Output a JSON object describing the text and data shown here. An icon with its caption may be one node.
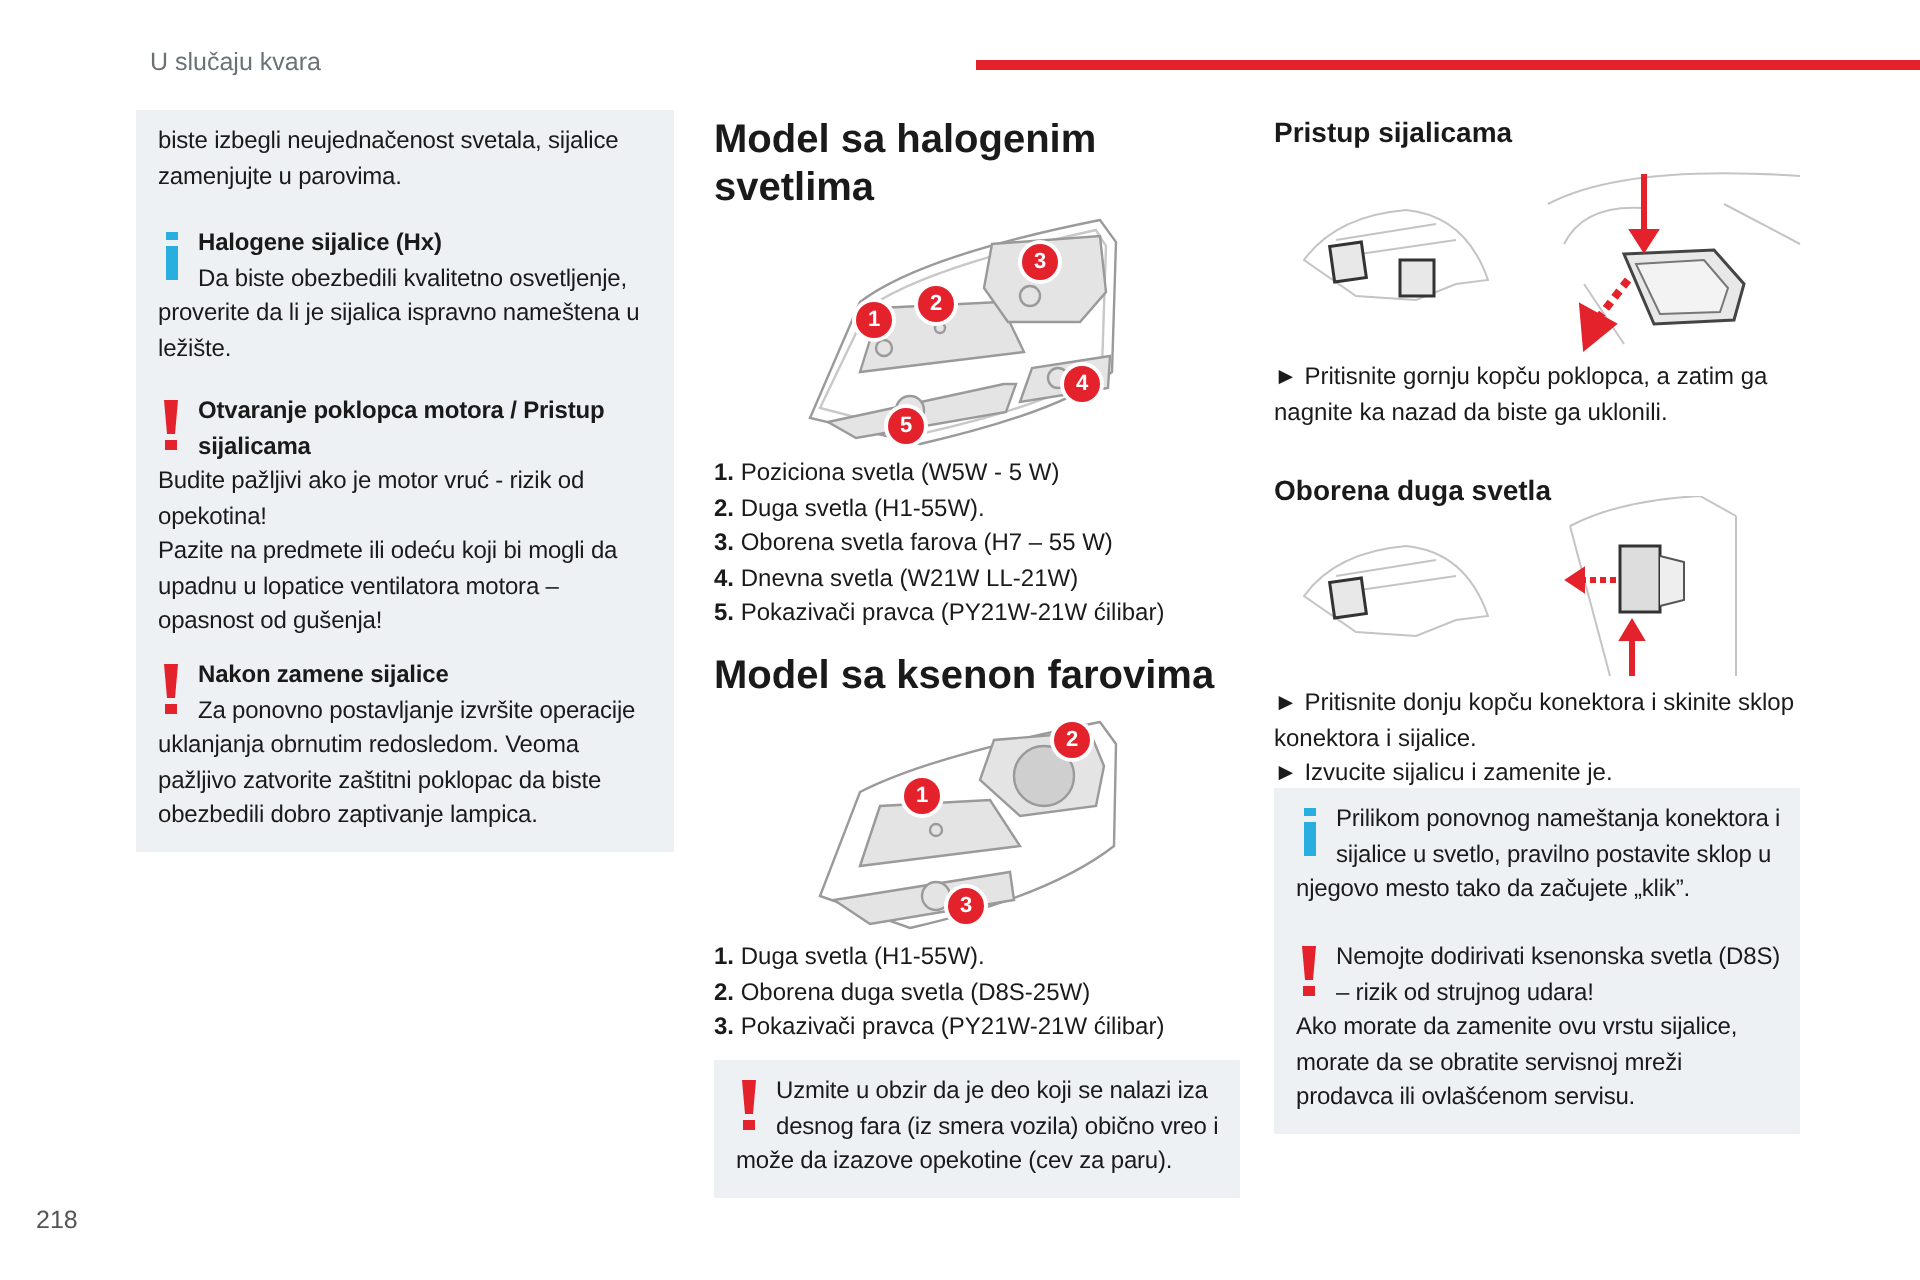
{
  "diagram": {
    "nodes": [
      {
        "text": [
          "biste izbegli neujednačenost svetala, sijalice zamenjujte u parovima."
        ]
      },
      {
        "text": [
          "Halogene sijalice (Hx)",
          "Da biste obezbedili kvalitetno osvetljenje, proverite da li je sijalica ispravno nameštena u ležište."
        ]
      },
      {
        "text": [
          "Otvaranje poklopca motora / Pristup sijalicama",
          "Budite pažljivi ako je motor vruć - rizik od opekotina!",
          "Pazite na predmete ili odeću koji bi mogli da upadnu u lopatice ventilatora motora – opasnost od gušenja!"
        ]
      },
      {
        "text": [
          "Nakon zamene sijalice",
          "Za ponovno postavljanje izvršite operacije uklanjanja obrnutim redosledom. Veoma pažljivo zatvorite zaštitni poklopac da biste obezbedili dobro zaptivanje lampica."
        ]
      },
      {
        "text": [
          "Uzmite u obzir da je deo koji se nalazi iza desnog fara (iz smera vozila) obično vreo i može da izazove opekotine (cev za paru)."
        ]
      },
      {
        "text": [
          "Prilikom ponovnog nameštanja konektora i sijalice u svetlo, pravilno postavite sklop u njegovo mesto tako da začujete „klik”."
        ]
      },
      {
        "text": [
          "Nemojte dodirivati ksenonska svetla (D8S) – rizik od strujnog udara!",
          "Ako morate da zamenite ovu vrstu sijalice, morate da se obratite servisnoj mreži prodavca ili ovlašćenom servisu."
        ]
      }
    ],
    "labels": [
      "U slučaju kvara",
      "Model sa halogenim svetlima",
      "3",
      "1",
      "2",
      "4",
      "5",
      "**1.** Poziciona svetla (W5W - 5 W)",
      "**2.** Duga svetla (H1-55W).",
      "**3.** Oborena svetla farova (H7 – 55 W)",
      "**4.** Dnevna svetla (W21W LL-21W)",
      "**5.** Pokazivači pravca (PY21W-21W ćilibar)",
      "Model sa ksenon farovima",
      "2",
      "1",
      "3",
      "**1.** Duga svetla (H1-55W).",
      "**2.** Oborena duga svetla (D8S-25W)",
      "**3.** Pokazivači pravca (PY21W-21W ćilibar)",
      "Pristup sijalicama",
      "► Pritisnite gornju kopču poklopca, a zatim ga nagnite ka nazad da biste ga uklonili.",
      "Oborena duga svetla",
      "► Pritisnite donju kopču konektora i skinite sklop konektora i sijalice.",
      "► Izvucite sijalicu i zamenite je.",
      "218"
    ]
  }
}
